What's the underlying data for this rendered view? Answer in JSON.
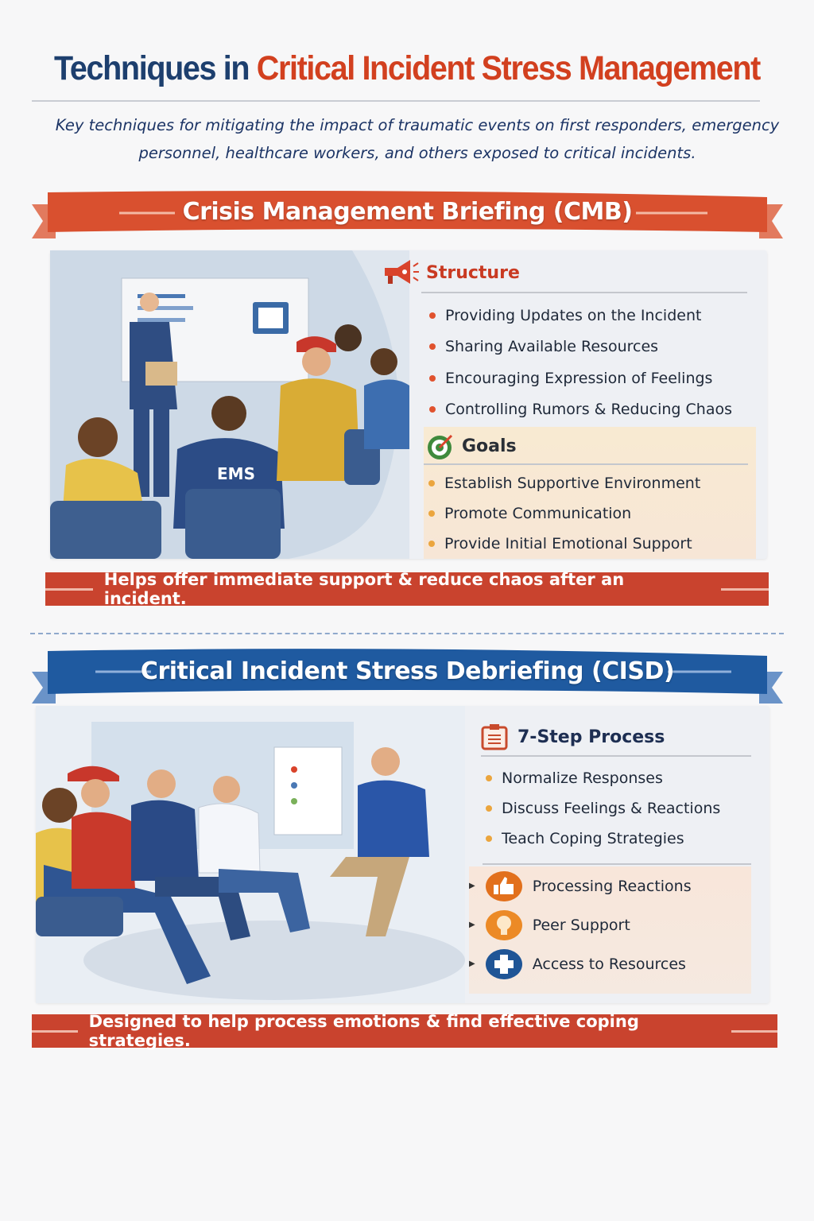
{
  "title": {
    "part1": "Techniques in",
    "part2": "Critical Incident Stress Management"
  },
  "subtitle": "Key techniques for mitigating the impact of traumatic events on first responders, emergency personnel, healthcare workers, and others exposed to critical incidents.",
  "colors": {
    "navy": "#1d3f6e",
    "red": "#d2401f",
    "ribbon_orange": "#d9502f",
    "ribbon_blue": "#1f5aa0",
    "banner_red": "#c9432e",
    "bullet_orange": "#e8983a"
  },
  "cmb": {
    "ribbon": "Crisis Management Briefing (CMB)",
    "illustration_label": "EMS",
    "structure": {
      "icon": "megaphone-icon",
      "heading": "Structure",
      "items": [
        "Providing Updates on the Incident",
        "Sharing Available Resources",
        "Encouraging Expression of Feelings",
        "Controlling Rumors & Reducing Chaos"
      ]
    },
    "goals": {
      "icon": "target-icon",
      "heading": "Goals",
      "items": [
        "Establish Supportive Environment",
        "Promote Communication",
        "Provide Initial Emotional Support"
      ]
    },
    "banner": "Helps offer immediate support & reduce chaos after an incident."
  },
  "cisd": {
    "ribbon": "Critical Incident Stress Debriefing (CISD)",
    "process": {
      "icon": "clipboard-icon",
      "heading": "7-Step Process",
      "items": [
        "Normalize Responses",
        "Discuss Feelings & Reactions",
        "Teach Coping Strategies"
      ]
    },
    "outcomes": [
      {
        "icon": "thumbs-up-icon",
        "label": "Processing Reactions"
      },
      {
        "icon": "lightbulb-icon",
        "label": "Peer Support"
      },
      {
        "icon": "medical-cross-icon",
        "label": "Access to Resources"
      }
    ],
    "banner": "Designed to help process emotions & find effective coping strategies."
  }
}
